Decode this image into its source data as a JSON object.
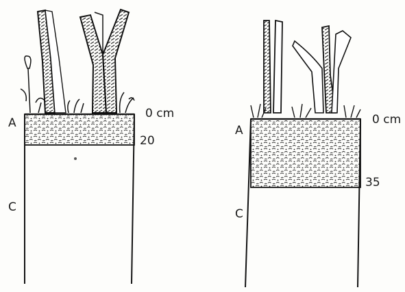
{
  "profiles": [
    {
      "horizon_a": "A",
      "horizon_c": "C",
      "depth_top": "0 cm",
      "depth_bottom": "20",
      "a_horizon_depth_cm": 20
    },
    {
      "horizon_a": "A",
      "horizon_c": "C",
      "depth_top": "0 cm",
      "depth_bottom": "35",
      "a_horizon_depth_cm": 35
    }
  ]
}
